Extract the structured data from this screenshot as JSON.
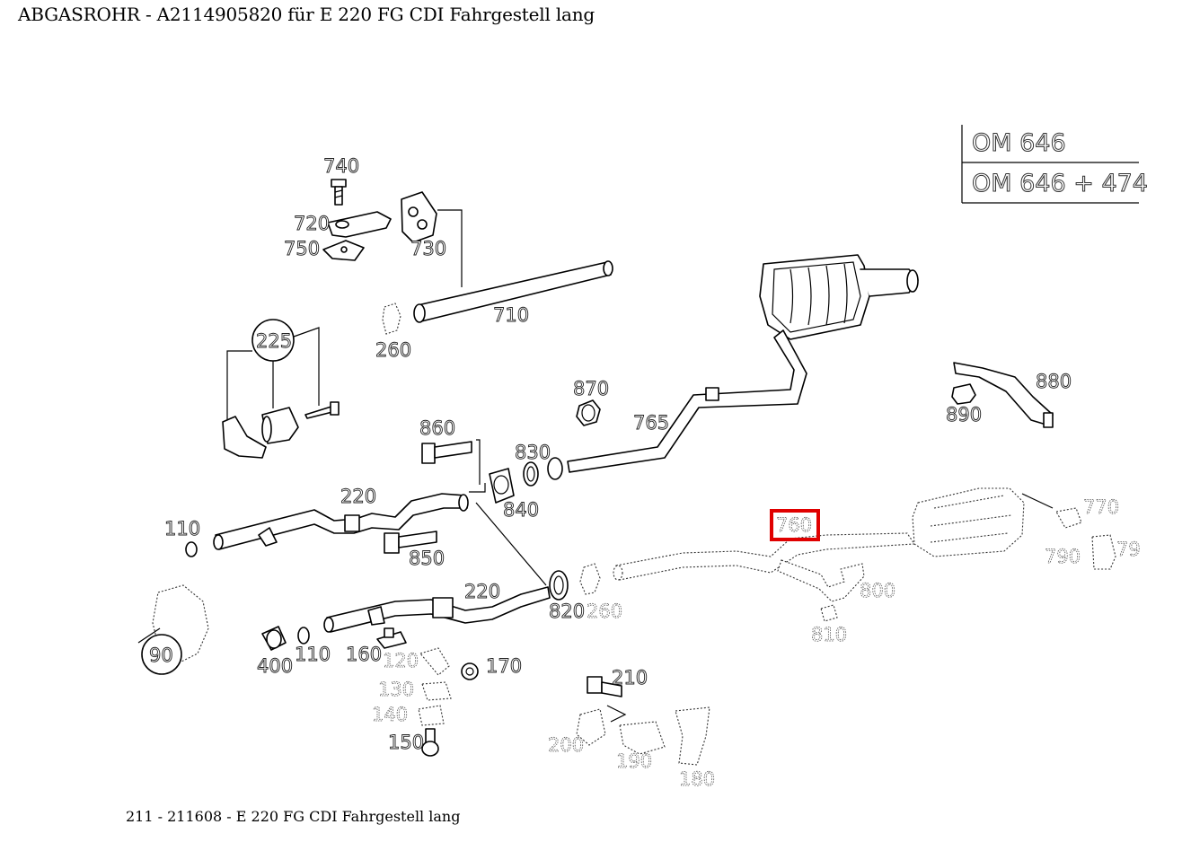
{
  "title": "ABGASROHR  - A2114905820 für E 220 FG CDI Fahrgestell lang",
  "footer": "211 - 211608 - E 220 FG CDI Fahrgestell lang",
  "engine_table": [
    "OM 646",
    "OM 646 + 474"
  ],
  "highlighted_part": "760",
  "highlight_color": "#e00000",
  "parts": {
    "p740": "740",
    "p720": "720",
    "p750": "750",
    "p730": "730",
    "p710": "710",
    "p260a": "260",
    "p225": "225",
    "p870": "870",
    "p765": "765",
    "p860": "860",
    "p830": "830",
    "p840": "840",
    "p220a": "220",
    "p110a": "110",
    "p850": "850",
    "p880": "880",
    "p890": "890",
    "p770": "770",
    "p790": "790",
    "p795": "79",
    "p760": "760",
    "p800": "800",
    "p810": "810",
    "p220b": "220",
    "p820": "820",
    "p260b": "260",
    "p90": "90",
    "p400": "400",
    "p110b": "110",
    "p160": "160",
    "p120": "120",
    "p170": "170",
    "p130": "130",
    "p140": "140",
    "p150": "150",
    "p210": "210",
    "p200": "200",
    "p190": "190",
    "p180": "180"
  }
}
